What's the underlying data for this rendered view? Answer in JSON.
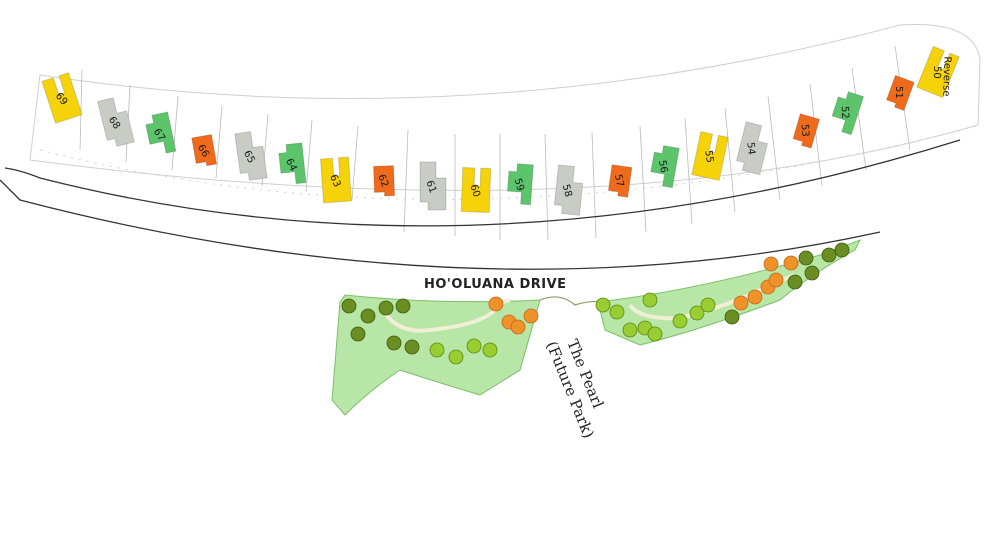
{
  "road": {
    "name": "HO'OLUANA DRIVE"
  },
  "park": {
    "line1": "The Pearl",
    "line2": "(Future Park)"
  },
  "legend_colors": {
    "yellow": "#f5d20a",
    "gray": "#c8ccc4",
    "green": "#5cc46a",
    "orange": "#f06a1c"
  },
  "lots": [
    {
      "number": "69",
      "color": "yellow"
    },
    {
      "number": "68",
      "color": "gray"
    },
    {
      "number": "67",
      "color": "green"
    },
    {
      "number": "66",
      "color": "orange"
    },
    {
      "number": "65",
      "color": "gray"
    },
    {
      "number": "64",
      "color": "green"
    },
    {
      "number": "63",
      "color": "yellow"
    },
    {
      "number": "62",
      "color": "orange"
    },
    {
      "number": "61",
      "color": "gray"
    },
    {
      "number": "60",
      "color": "yellow"
    },
    {
      "number": "59",
      "color": "green"
    },
    {
      "number": "58",
      "color": "gray"
    },
    {
      "number": "57",
      "color": "orange"
    },
    {
      "number": "56",
      "color": "green"
    },
    {
      "number": "55",
      "color": "yellow"
    },
    {
      "number": "54",
      "color": "gray"
    },
    {
      "number": "53",
      "color": "orange"
    },
    {
      "number": "52",
      "color": "green"
    },
    {
      "number": "51",
      "color": "orange"
    },
    {
      "number": "50",
      "color": "yellow",
      "note": "Reverse"
    }
  ]
}
